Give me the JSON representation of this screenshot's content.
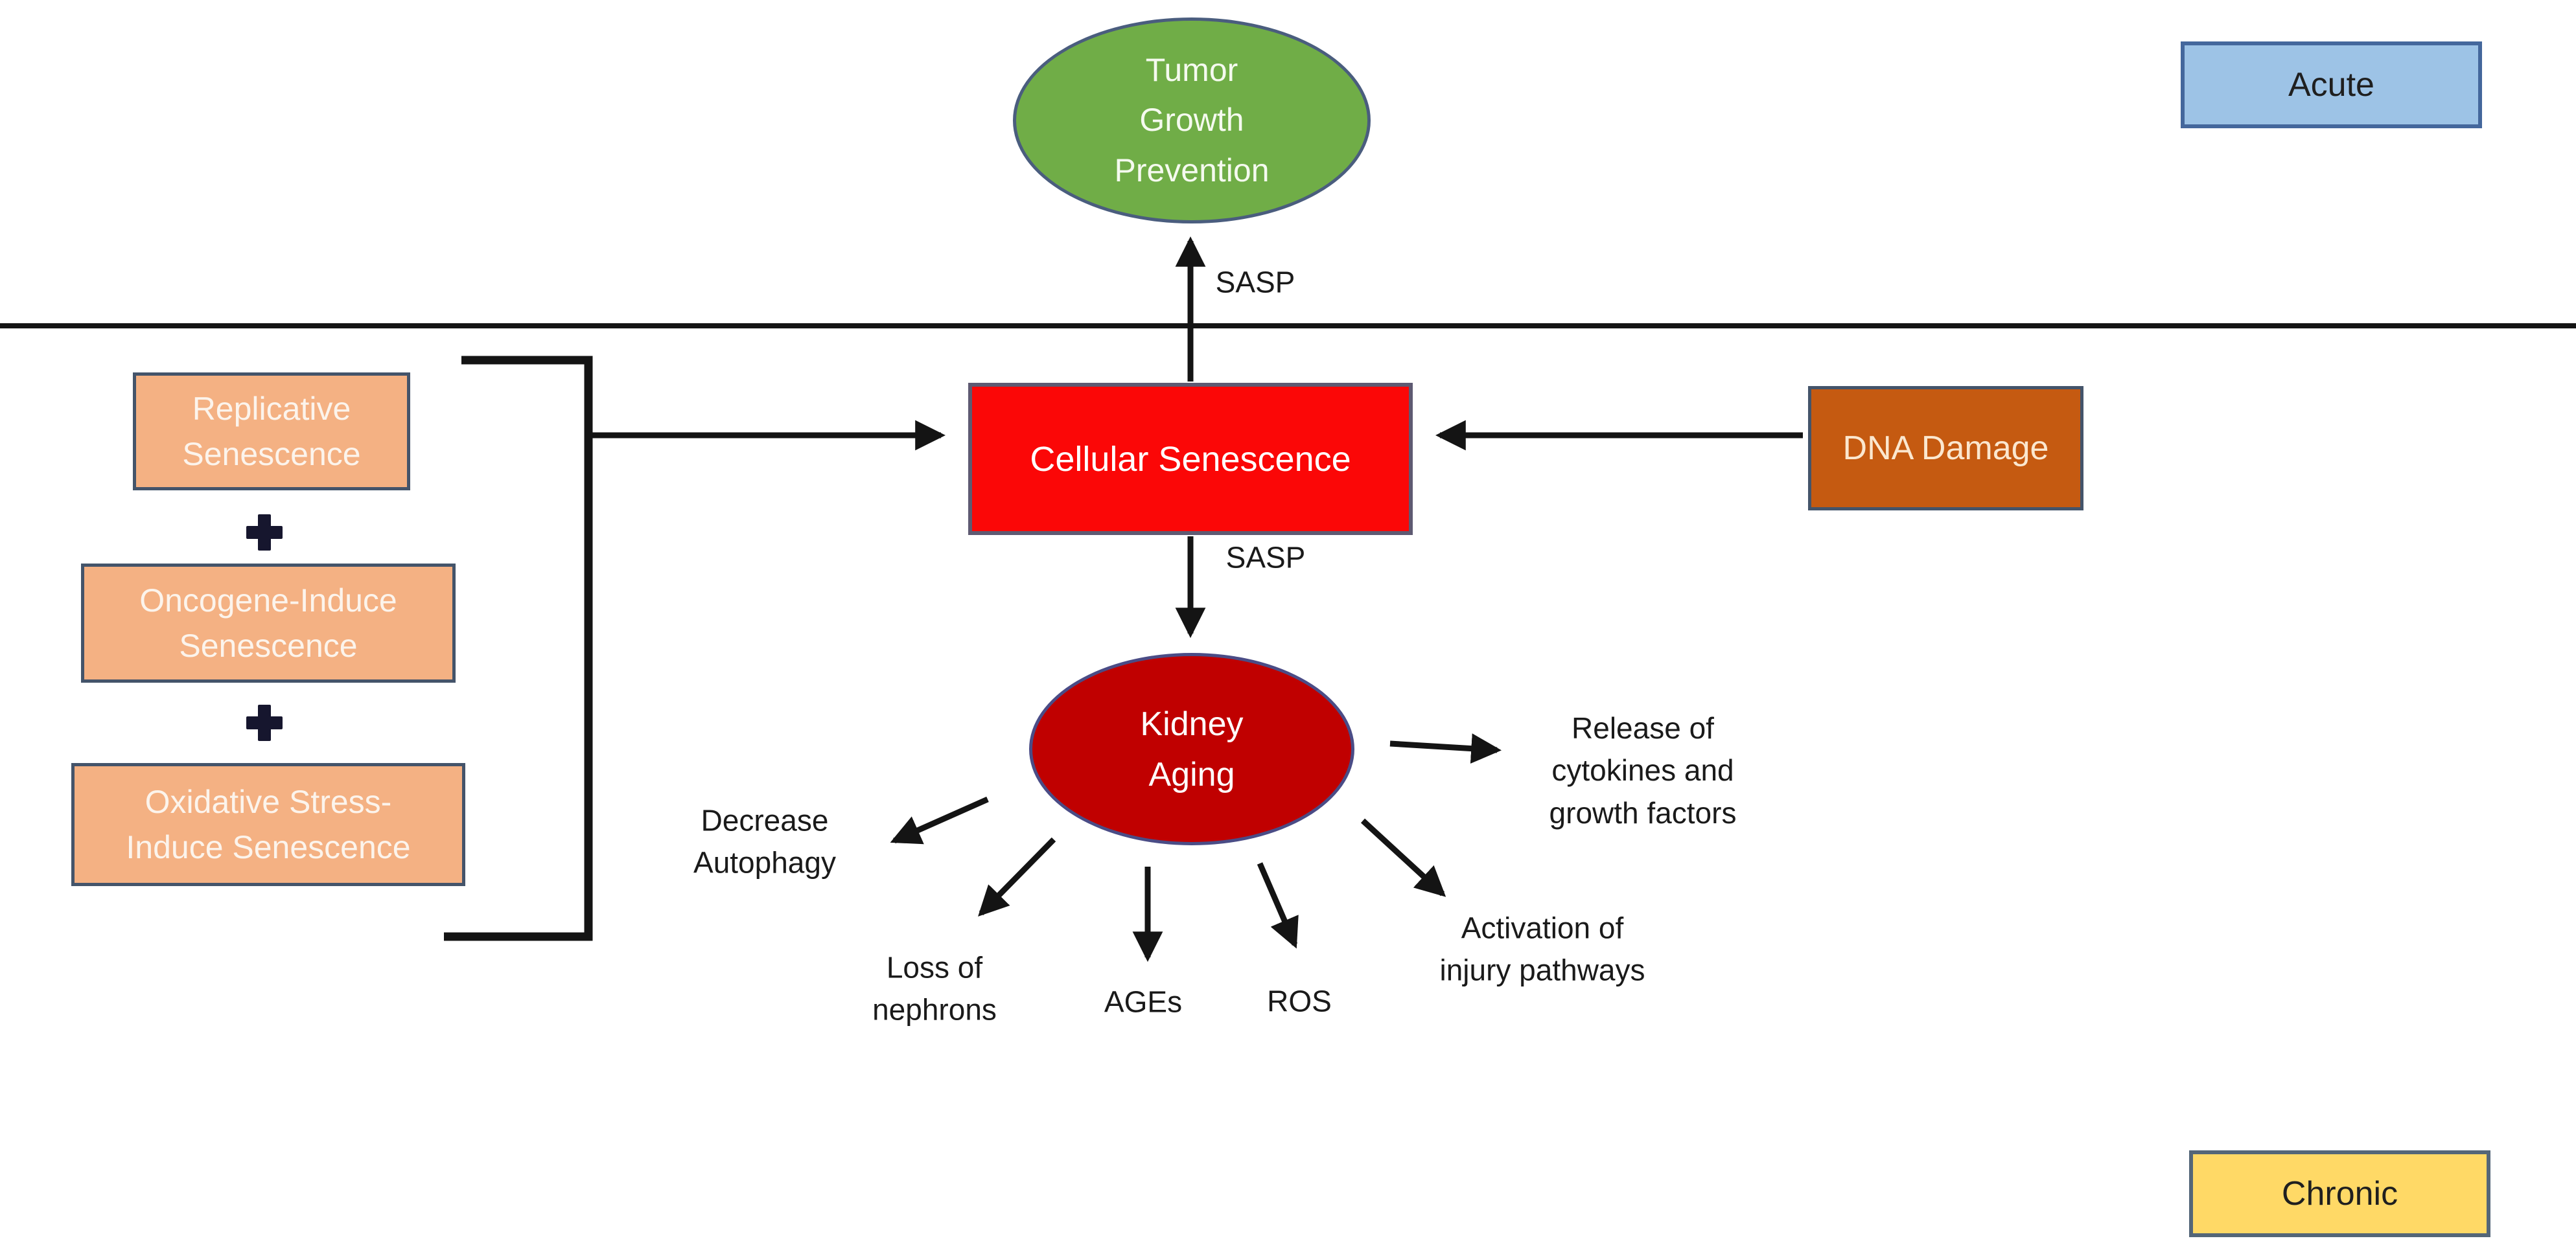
{
  "colors": {
    "background": "#ffffff",
    "line": "#141414",
    "tumor_fill": "#70AD47",
    "tumor_border": "#4A5D7E",
    "tumor_text": "#F5FAEF",
    "acute_fill": "#9DC3E6",
    "acute_border": "#44679C",
    "acute_text": "#1f1f1f",
    "chronic_fill": "#FFD966",
    "chronic_border": "#546678",
    "chronic_text": "#1f1f1f",
    "senescence_fill": "#F4B183",
    "senescence_border": "#44546A",
    "senescence_text": "#FCF4EC",
    "plus": "#16162E",
    "cellular_fill": "#FB0707",
    "cellular_border": "#5E5A72",
    "cellular_text": "#ffffff",
    "dna_fill": "#C55A11",
    "dna_border": "#44546A",
    "dna_text": "#FBE7CF",
    "kidney_fill": "#C00000",
    "kidney_border": "#4A4C86",
    "kidney_text": "#ffffff",
    "label_text": "#1a1a1a"
  },
  "zones": {
    "acute": "Acute",
    "chronic": "Chronic"
  },
  "nodes": {
    "tumor_growth_prevention": "Tumor\nGrowth\nPrevention",
    "replicative": "Replicative\nSenescence",
    "oncogene": "Oncogene-Induce\nSenescence",
    "oxidative": "Oxidative Stress-\nInduce Senescence",
    "cellular_senescence": "Cellular Senescence",
    "dna_damage": "DNA Damage",
    "kidney_aging": "Kidney\nAging"
  },
  "arrow_labels": {
    "sasp_top": "SASP",
    "sasp_bottom": "SASP"
  },
  "outcome_labels": {
    "decrease_autophagy": "Decrease\nAutophagy",
    "loss_of_nephrons": "Loss of\nnephrons",
    "ages": "AGEs",
    "ros": "ROS",
    "activation_injury": "Activation of\ninjury pathways",
    "release_cytokines": "Release of\ncytokines and\ngrowth factors"
  }
}
